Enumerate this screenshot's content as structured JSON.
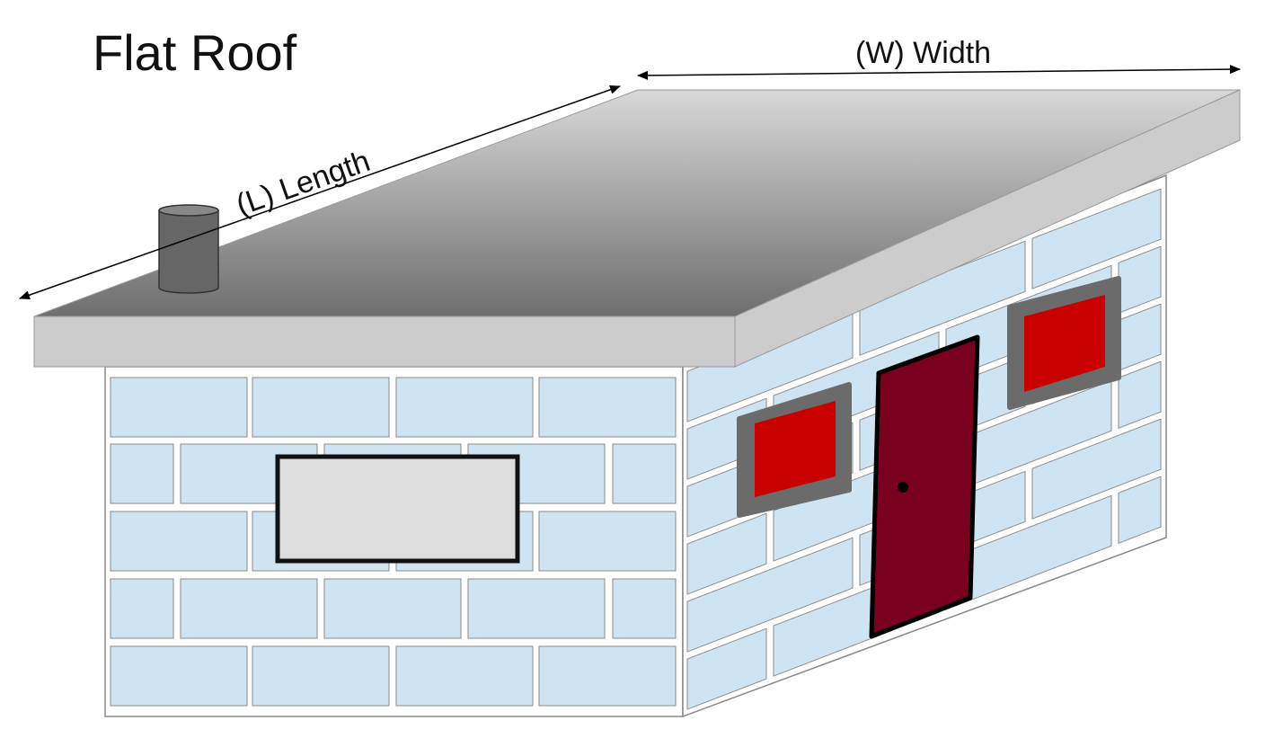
{
  "title": "Flat Roof",
  "labels": {
    "length": "(L) Length",
    "width": "(W) Width"
  },
  "colors": {
    "brick": "#cfe4f3",
    "roof_edge": "#cccccc",
    "door": "#7a0020",
    "window_frame": "#6b6b6b",
    "window_glass": "#c80000",
    "sign": "#dddddd",
    "chimney": "#666666"
  }
}
